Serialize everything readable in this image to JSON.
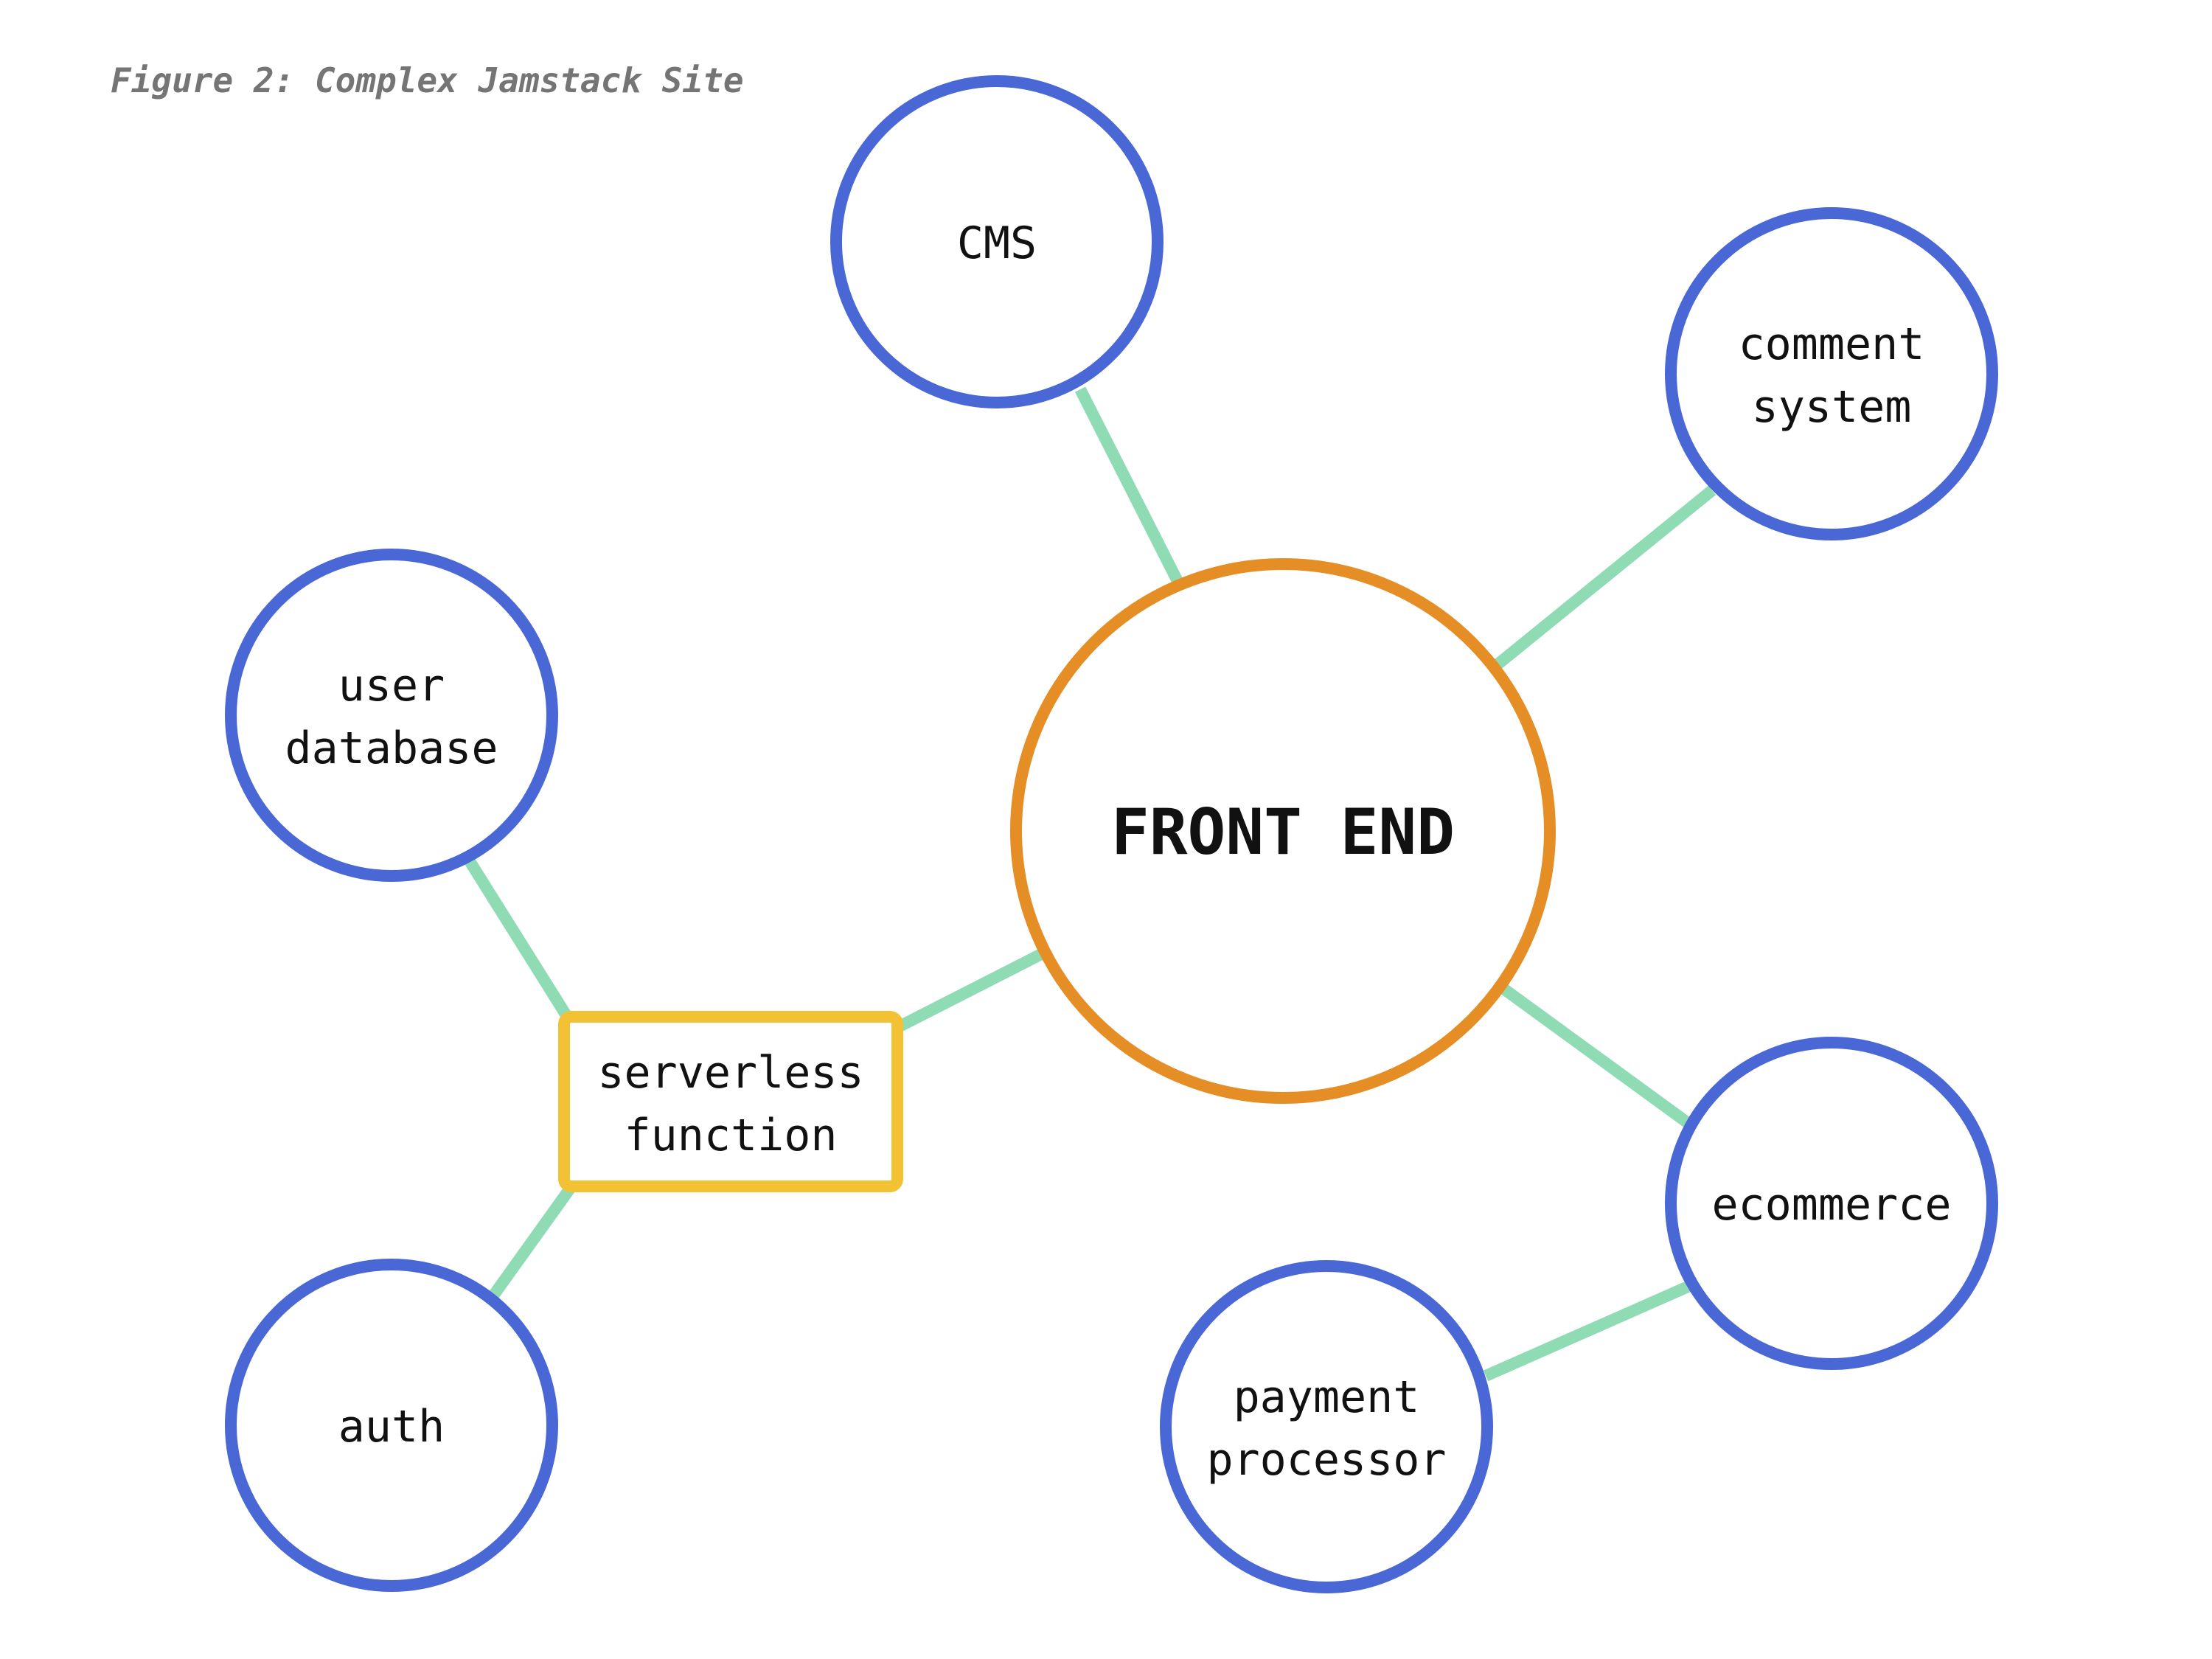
{
  "caption": "Figure 2: Complex Jamstack Site",
  "colors": {
    "node_border": "#4a67d6",
    "center_border": "#e58e26",
    "box_border": "#f2c234",
    "edge": "#8edbb4",
    "caption": "#757575"
  },
  "nodes": {
    "front_end": {
      "lines": [
        "FRONT END"
      ]
    },
    "cms": {
      "lines": [
        "CMS"
      ]
    },
    "comment_system": {
      "lines": [
        "comment",
        "system"
      ]
    },
    "user_database": {
      "lines": [
        "user",
        "database"
      ]
    },
    "serverless_function": {
      "lines": [
        "serverless",
        "function"
      ]
    },
    "auth": {
      "lines": [
        "auth"
      ]
    },
    "ecommerce": {
      "lines": [
        "ecommerce"
      ]
    },
    "payment_processor": {
      "lines": [
        "payment",
        "processor"
      ]
    }
  },
  "edges": [
    {
      "from": "front_end",
      "to": "cms"
    },
    {
      "from": "front_end",
      "to": "comment_system"
    },
    {
      "from": "front_end",
      "to": "ecommerce"
    },
    {
      "from": "front_end",
      "to": "serverless_function"
    },
    {
      "from": "serverless_function",
      "to": "user_database"
    },
    {
      "from": "serverless_function",
      "to": "auth"
    },
    {
      "from": "ecommerce",
      "to": "payment_processor"
    }
  ]
}
